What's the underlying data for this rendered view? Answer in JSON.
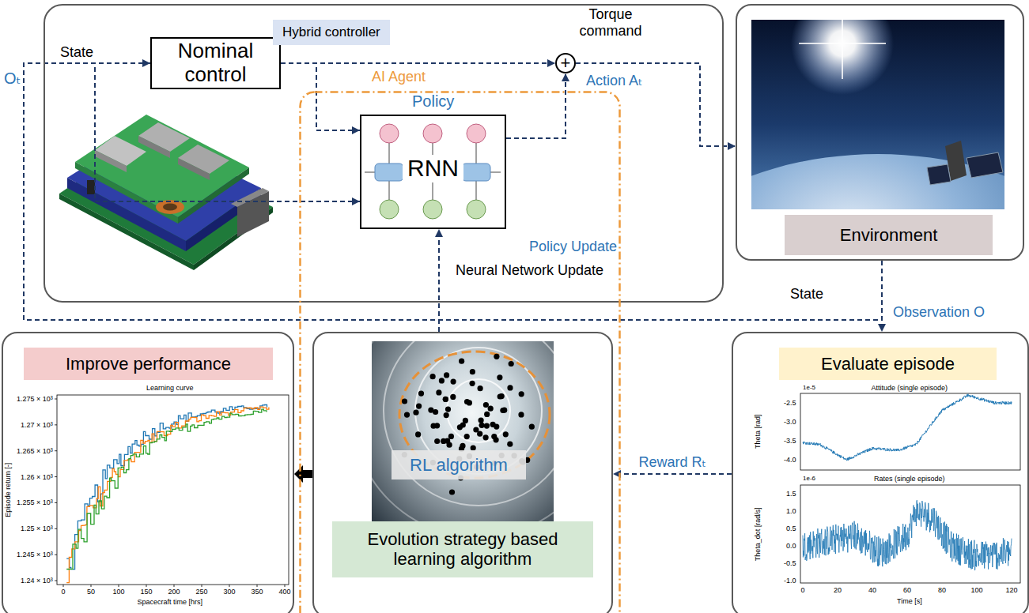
{
  "diagram": {
    "nodes": [
      {
        "text": [
          "Hybrid controller"
        ]
      },
      {
        "text": [
          "Nominal control"
        ],
        "in": 0
      },
      {
        "text": [
          "+"
        ],
        "in": 0
      },
      {
        "text": [
          "AI Agent"
        ]
      },
      {
        "text": [
          "Policy",
          "RNN"
        ],
        "in": 3
      },
      {
        "text": [
          "Environment"
        ]
      },
      {
        "text": [
          "Improve performance"
        ]
      },
      {
        "text": [
          "RL algorithm",
          "Evolution strategy based learning algorithm"
        ],
        "in": 3
      },
      {
        "text": [
          "Evaluate episode"
        ]
      }
    ],
    "edges": [
      {
        "from": 1,
        "to": 2,
        "arrow": "to"
      },
      {
        "from": 1,
        "to": 4,
        "arrow": "to"
      },
      {
        "from": 4,
        "to": 2,
        "arrow": "to"
      },
      {
        "from": 2,
        "to": 5,
        "arrow": "to"
      },
      {
        "from": 5,
        "to": 8,
        "arrow": "to"
      },
      {
        "from": 5,
        "to": 1,
        "arrow": "to"
      },
      {
        "from": 5,
        "to": 4,
        "arrow": "to"
      },
      {
        "from": 7,
        "to": 4,
        "arrow": "to"
      },
      {
        "from": 8,
        "to": 7,
        "label": "Reward Rₜ",
        "arrow": "to"
      },
      {
        "from": 7,
        "to": 6,
        "arrow": "to"
      }
    ],
    "labels": [
      "Oₜ",
      "State",
      "Torque command",
      "Action Aₜ",
      "Policy Update",
      "Neural Network Update",
      "State",
      "Observation O",
      "Learning curve",
      "Episode return [-]",
      "Spacecraft time [hrs]",
      "1.275 × 10³",
      "1.27 × 10³",
      "1.265 × 10³",
      "1.26 × 10³",
      "1.255 × 10³",
      "1.25 × 10³",
      "1.245 × 10³",
      "1.24 × 10³",
      "0",
      "50",
      "100",
      "150",
      "200",
      "250",
      "300",
      "350",
      "400",
      "Attitude (single episode)",
      "1e-5",
      "Theta [rad]",
      "-2.5",
      "-3.0",
      "-3.5",
      "-4.0",
      "Rates (single episode)",
      "1e-6",
      "Theta_dot [rad/s]",
      "1.5",
      "1.0",
      "0.5",
      "0.0",
      "-0.5",
      "-1.0",
      "0",
      "20",
      "40",
      "60",
      "80",
      "100",
      "120",
      "Time [s]"
    ]
  }
}
